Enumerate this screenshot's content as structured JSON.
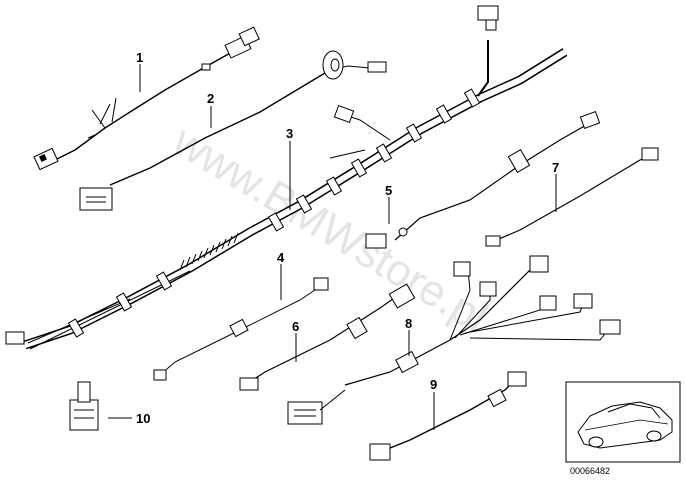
{
  "watermark": "www.BMWstore.pl",
  "callouts": [
    "1",
    "2",
    "3",
    "4",
    "5",
    "6",
    "7",
    "8",
    "9",
    "10"
  ],
  "reference_number": "00066482",
  "inset": {
    "icon": "car-silhouette-icon"
  }
}
